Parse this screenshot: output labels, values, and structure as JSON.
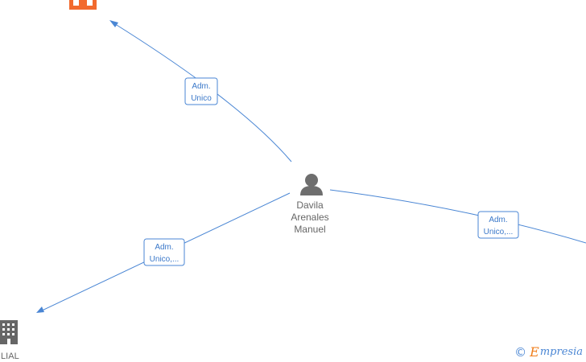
{
  "center_node": {
    "name_lines": [
      "Davila",
      "Arenales",
      "Manuel"
    ],
    "icon": "person-icon"
  },
  "top_node": {
    "icon": "building-icon",
    "color": "#f26a2e"
  },
  "bottom_left_node": {
    "icon": "building-icon",
    "label": "ILIAL",
    "color": "#666666"
  },
  "edges": [
    {
      "label_lines": [
        "Adm.",
        "Unico"
      ]
    },
    {
      "label_lines": [
        "Adm.",
        "Unico,..."
      ]
    },
    {
      "label_lines": [
        "Adm.",
        "Unico,..."
      ]
    }
  ],
  "branding": {
    "copyright": "©",
    "initial": "E",
    "name": "mpresia"
  },
  "colors": {
    "edge": "#4a86d4",
    "company_highlight": "#f26a2e",
    "text": "#666666"
  }
}
